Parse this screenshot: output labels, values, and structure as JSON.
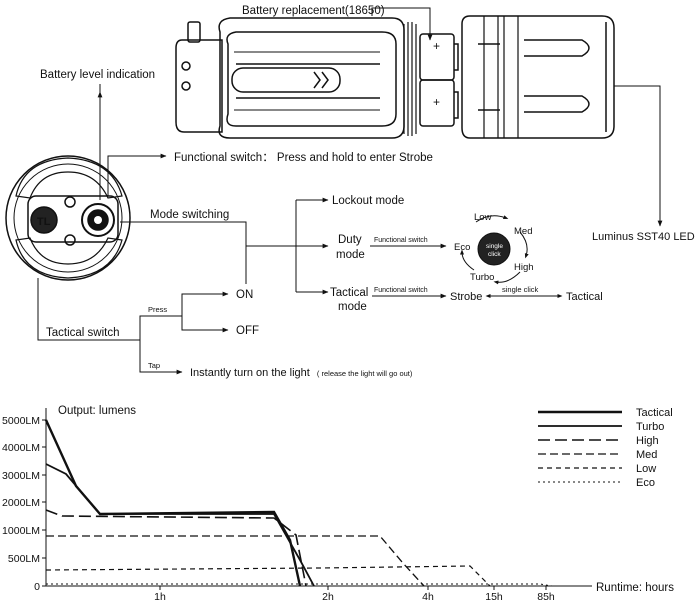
{
  "labels": {
    "battery_replacement": "Battery replacement(18650)",
    "battery_level": "Battery level indication",
    "functional_switch": "Functional switch： Press and hold to enter Strobe",
    "mode_switching": "Mode switching",
    "lockout_mode": "Lockout mode",
    "duty_mode_line1": "Duty",
    "duty_mode_line2": "mode",
    "tactical_mode_line1": "Tactical",
    "tactical_mode_line2": "mode",
    "functional_switch_small_1": "Functional switch",
    "functional_switch_small_2": "Functional switch",
    "strobe": "Strobe",
    "single_click": "single click",
    "tactical": "Tactical",
    "luminus": "Luminus SST40 LED",
    "on": "ON",
    "off": "OFF",
    "press": "Press",
    "tap": "Tap",
    "tactical_switch": "Tactical switch",
    "instantly": "Instantly turn on the light",
    "instantly_note": "( release the light will go out)"
  },
  "cycle": {
    "low": "Low",
    "med": "Med",
    "high": "High",
    "turbo": "Turbo",
    "eco": "Eco",
    "center_line1": "single",
    "center_line2": "click"
  },
  "chart_data": {
    "type": "line",
    "title": "Output: lumens",
    "xlabel": "Runtime: hours",
    "ylabel": "Output: lumens",
    "y_ticks": [
      "5000LM",
      "4000LM",
      "3000LM",
      "2000LM",
      "1000LM",
      "500LM",
      "0"
    ],
    "x_ticks": [
      "1h",
      "2h",
      "4h",
      "15h",
      "85h"
    ],
    "legend_position": "top-right",
    "series": [
      {
        "name": "Tactical",
        "style": "solid-thick"
      },
      {
        "name": "Turbo",
        "style": "solid"
      },
      {
        "name": "High",
        "style": "long-dash"
      },
      {
        "name": "Med",
        "style": "dash"
      },
      {
        "name": "Low",
        "style": "short-dash"
      },
      {
        "name": "Eco",
        "style": "dot"
      }
    ]
  }
}
